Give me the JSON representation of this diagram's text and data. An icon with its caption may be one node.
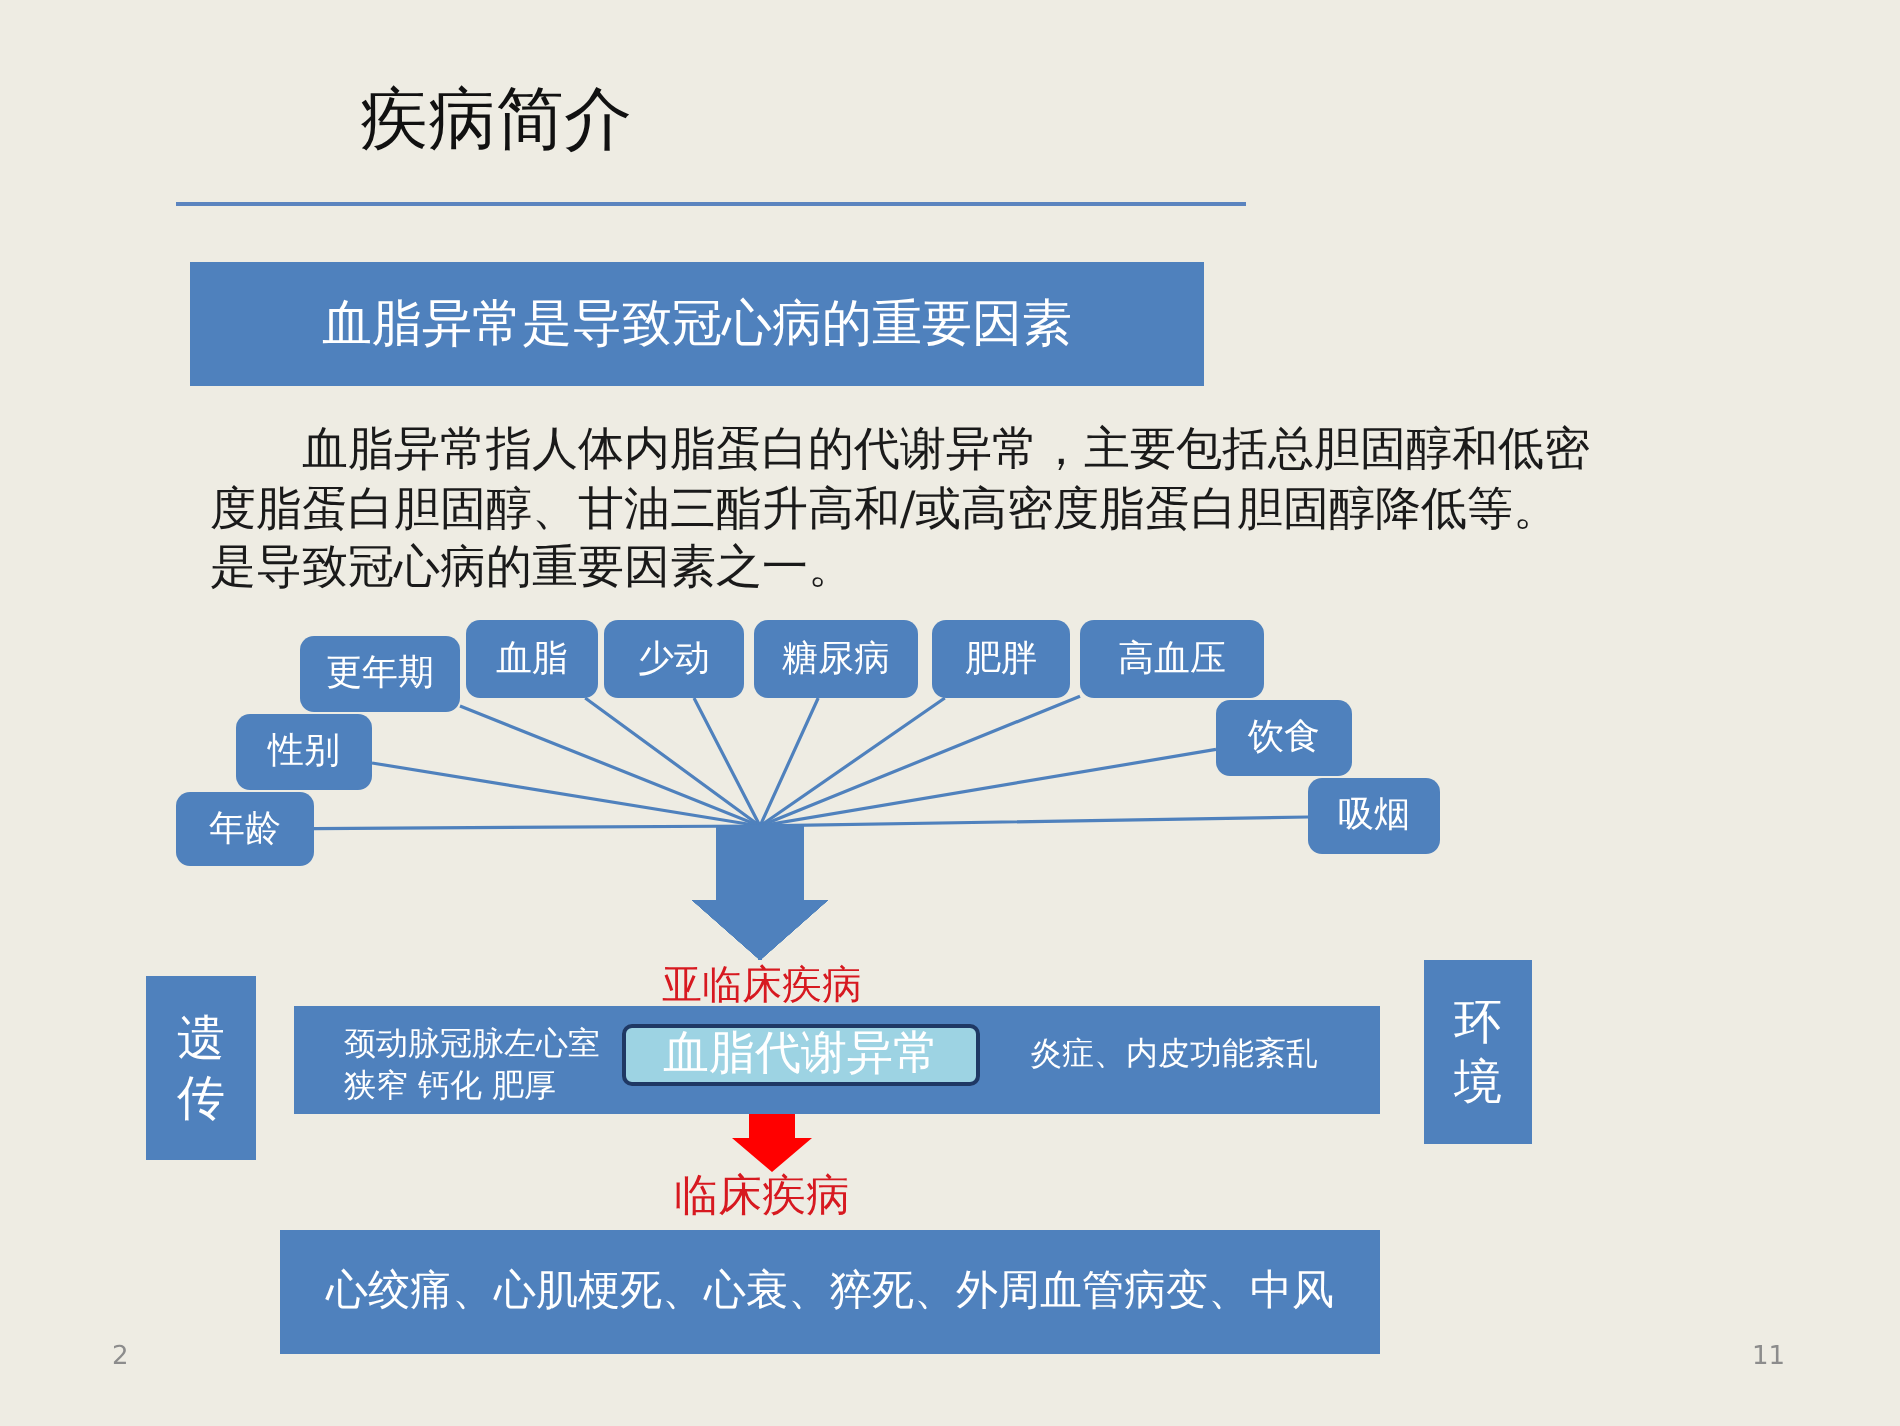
{
  "diagram": {
    "title": "疾病简介",
    "nodes": [
      {
        "text": [
          "血脂异常是导致冠心病的重要因素"
        ]
      },
      {
        "text": [
          "更年期"
        ]
      },
      {
        "text": [
          "血脂"
        ]
      },
      {
        "text": [
          "少动"
        ]
      },
      {
        "text": [
          "糖尿病"
        ]
      },
      {
        "text": [
          "肥胖"
        ]
      },
      {
        "text": [
          "高血压"
        ]
      },
      {
        "text": [
          "性别"
        ]
      },
      {
        "text": [
          "饮食"
        ]
      },
      {
        "text": [
          "年龄"
        ]
      },
      {
        "text": [
          "吸烟"
        ]
      },
      {
        "text": [
          "遗传"
        ]
      },
      {
        "text": [
          "亚临床疾病",
          "颈动脉冠脉左心室狭窄 钙化 肥厚",
          "炎症、内皮功能紊乱"
        ]
      },
      {
        "text": [
          "血脂代谢异常"
        ],
        "in": 12
      },
      {
        "text": [
          "环境"
        ]
      },
      {
        "text": [
          "临床疾病",
          "心绞痛、心肌梗死、心衰、猝死、外周血管病变、中风"
        ]
      }
    ],
    "edges": [
      {
        "from": 1,
        "to": 12,
        "arrow": "to"
      },
      {
        "from": 2,
        "to": 12,
        "arrow": "to"
      },
      {
        "from": 3,
        "to": 12,
        "arrow": "to"
      },
      {
        "from": 4,
        "to": 12,
        "arrow": "to"
      },
      {
        "from": 5,
        "to": 12,
        "arrow": "to"
      },
      {
        "from": 6,
        "to": 12,
        "arrow": "to"
      },
      {
        "from": 7,
        "to": 12,
        "arrow": "to"
      },
      {
        "from": 8,
        "to": 12,
        "arrow": "to"
      },
      {
        "from": 9,
        "to": 12,
        "arrow": "to"
      },
      {
        "from": 10,
        "to": 12,
        "arrow": "to"
      },
      {
        "from": 12,
        "to": 15,
        "arrow": "to",
        "color": "#ff0000"
      }
    ],
    "labels": [
      "血脂异常指人体内脂蛋白的代谢异常，主要包括总胆固醇和低密度脂蛋白胆固醇、甘油三酯升高和/或高密度脂蛋白胆固醇降低等。是导致冠心病的重要因素之一。",
      "2",
      "11"
    ]
  }
}
